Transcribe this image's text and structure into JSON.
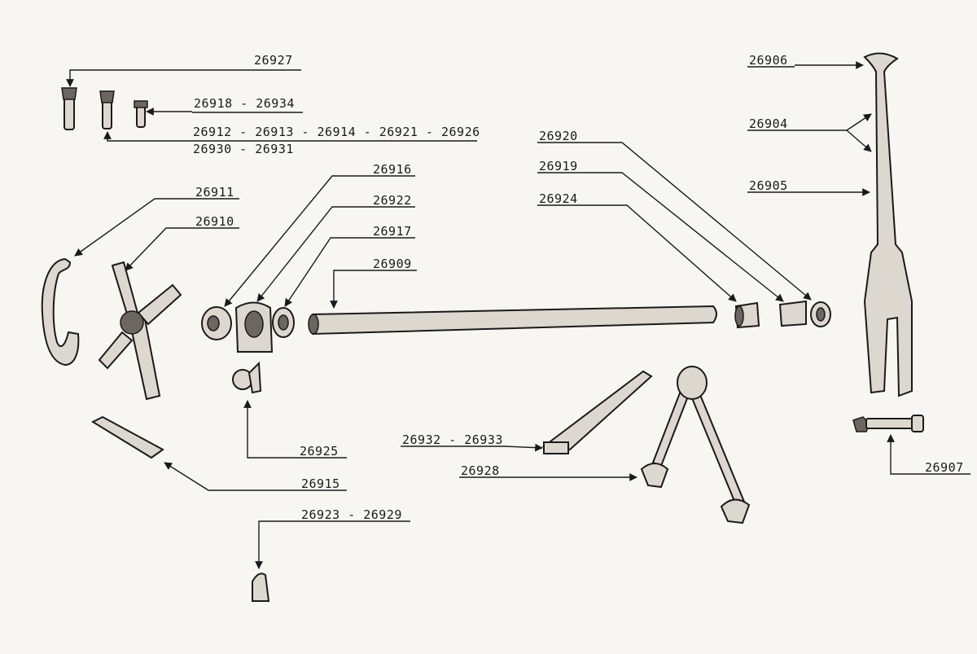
{
  "labels": {
    "l26927": "26927",
    "l26918": "26918 - 26934",
    "l26912": "26912 - 26913 - 26914 - 26921 - 26926",
    "l26930": "26930 - 26931",
    "l26911": "26911",
    "l26910": "26910",
    "l26916": "26916",
    "l26922": "26922",
    "l26917": "26917",
    "l26909": "26909",
    "l26920": "26920",
    "l26919": "26919",
    "l26924": "26924",
    "l26906": "26906",
    "l26904": "26904",
    "l26905": "26905",
    "l26925": "26925",
    "l26915": "26915",
    "l26923": "26923 - 26929",
    "l26932": "26932 - 26933",
    "l26928": "26928",
    "l26907": "26907"
  },
  "colors": {
    "ink": "#1a1a1a",
    "paper": "#f7f6f2",
    "part": "#ddd8cf"
  }
}
